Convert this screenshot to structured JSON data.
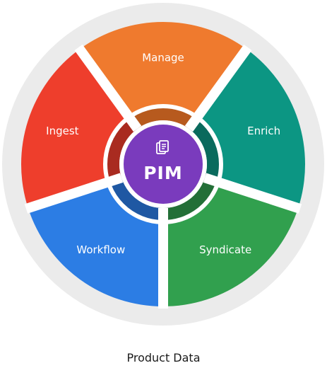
{
  "diagram": {
    "center": {
      "label": "PIM",
      "icon": "document-copy-icon",
      "color": "#7a3bbd"
    },
    "segments": [
      {
        "id": "manage",
        "label": "Manage",
        "color": "#ef7a2e",
        "inner_color": "#b75a1e"
      },
      {
        "id": "enrich",
        "label": "Enrich",
        "color": "#0c9683",
        "inner_color": "#0a6a5d"
      },
      {
        "id": "syndicate",
        "label": "Syndicate",
        "color": "#31a04e",
        "inner_color": "#236f37"
      },
      {
        "id": "workflow",
        "label": "Workflow",
        "color": "#2c7de4",
        "inner_color": "#1f58a3"
      },
      {
        "id": "ingest",
        "label": "Ingest",
        "color": "#ee3e2c",
        "inner_color": "#a92b20"
      }
    ],
    "outer_ring_color": "#ebebeb"
  },
  "caption": "Product Data"
}
